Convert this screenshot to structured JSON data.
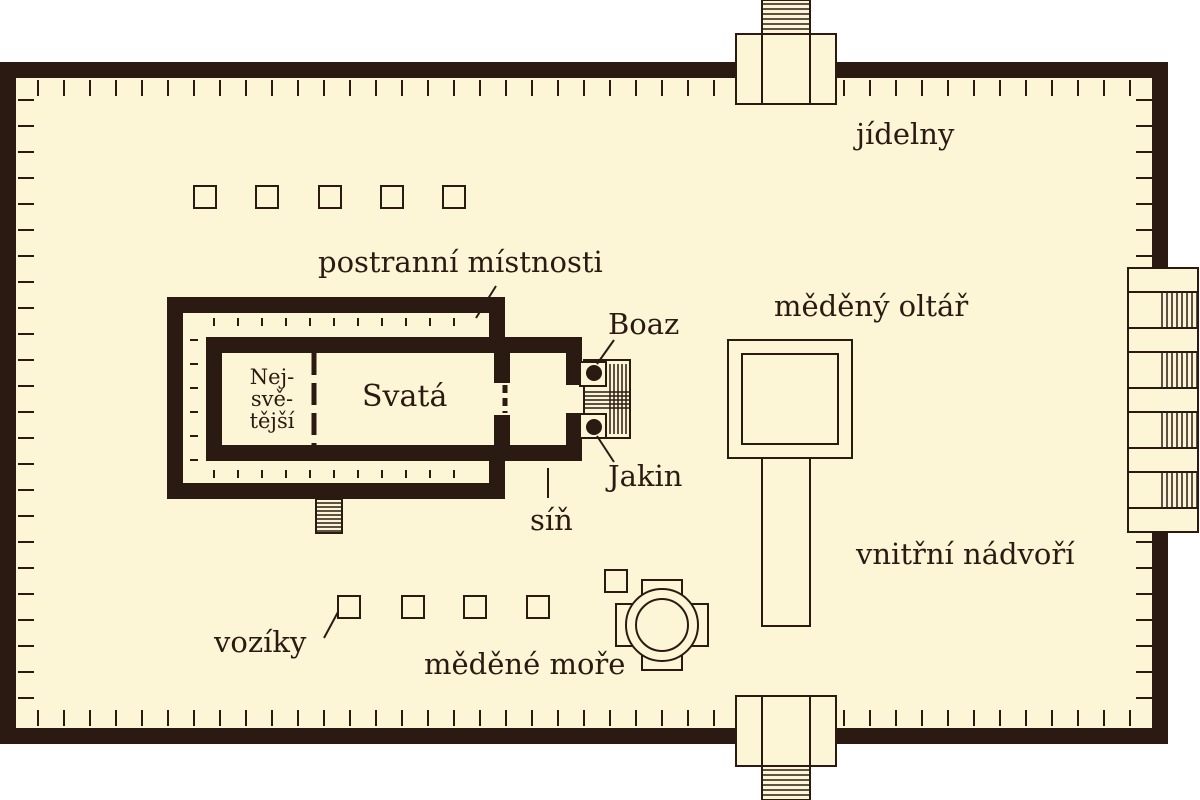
{
  "labels": {
    "dining_rooms": "jídelny",
    "side_rooms": "postranní místnosti",
    "bronze_altar": "měděný oltář",
    "boaz": "Boaz",
    "jakin": "Jakin",
    "holy": "Svatá",
    "holy_of_holies_line1": "Nej-",
    "holy_of_holies_line2": "svě-",
    "holy_of_holies_line3": "tější",
    "porch": "síň",
    "inner_court": "vnitřní nádvoří",
    "carts": "vozíky",
    "bronze_sea": "měděné moře"
  },
  "colors": {
    "background": "#fdf6d6",
    "wall": "#2b1a12",
    "line": "#2b1a12"
  }
}
